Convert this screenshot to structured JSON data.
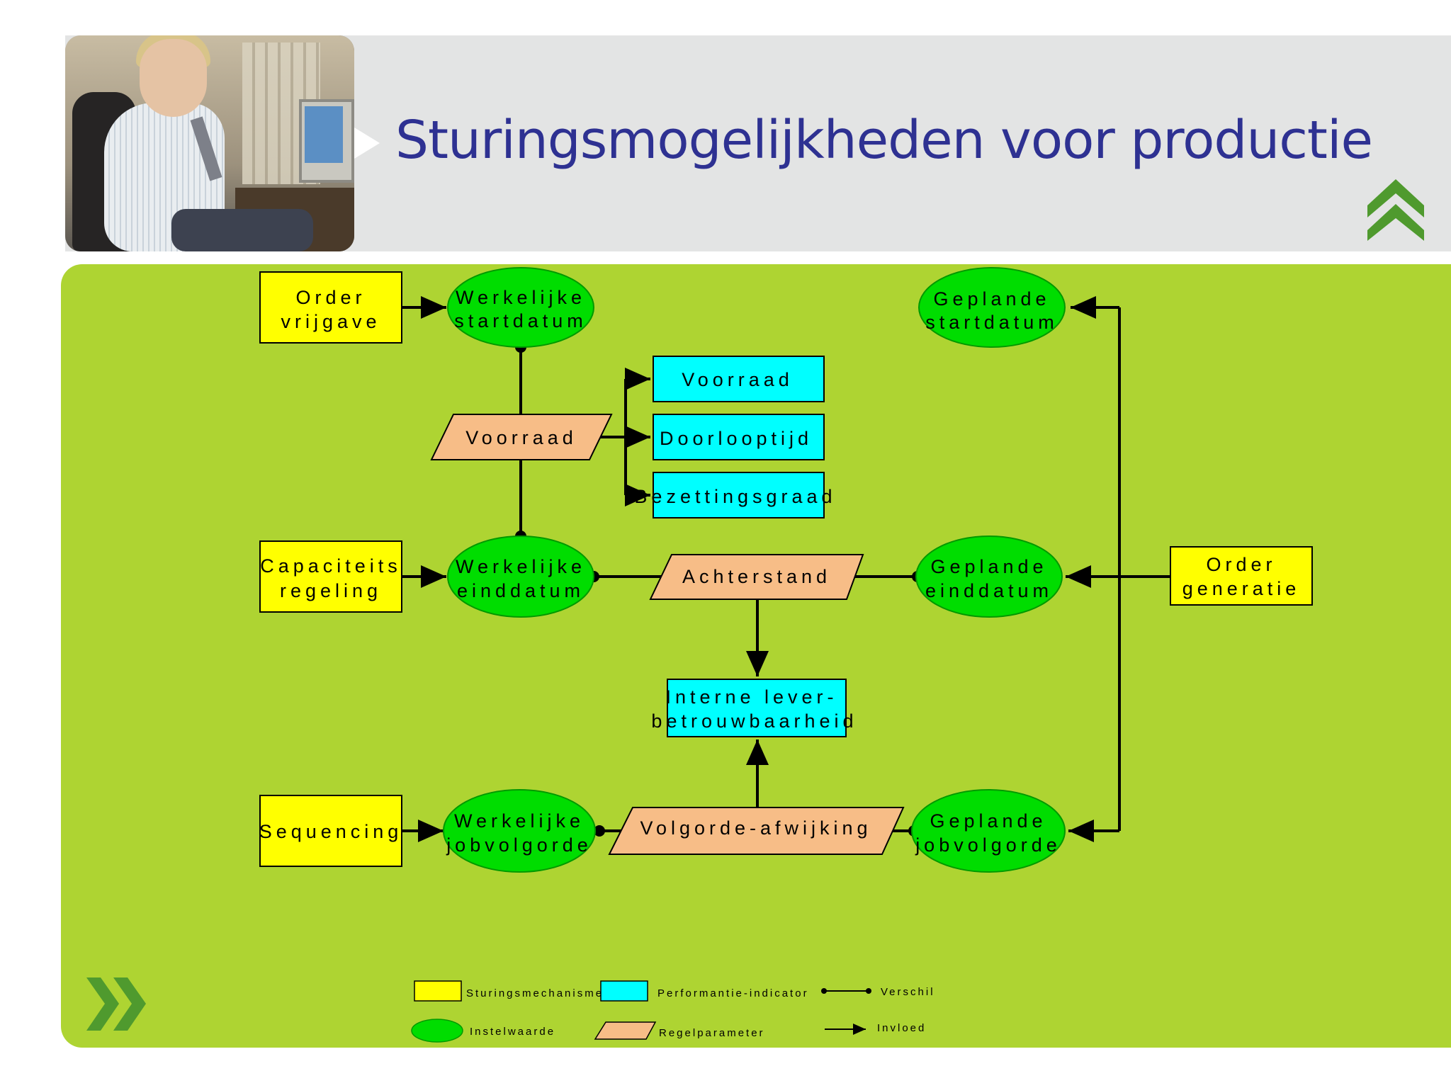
{
  "slide": {
    "title": "Sturingsmogelijkheden voor productie"
  },
  "diagram": {
    "nodes": {
      "order_vrijgave": [
        "Order",
        "vrijgave"
      ],
      "werkelijke_startdatum": [
        "Werkelijke",
        "startdatum"
      ],
      "geplande_startdatum": [
        "Geplande",
        "startdatum"
      ],
      "voorraad_param": [
        "Voorraad"
      ],
      "kpi_voorraad": [
        "Voorraad"
      ],
      "kpi_doorlooptijd": [
        "Doorlooptijd"
      ],
      "kpi_bezettingsgraad": [
        "Bezettingsgraad"
      ],
      "capaciteits_regeling": [
        "Capaciteits",
        "regeling"
      ],
      "werkelijke_einddatum": [
        "Werkelijke",
        "einddatum"
      ],
      "achterstand": [
        "Achterstand"
      ],
      "geplande_einddatum": [
        "Geplande",
        "einddatum"
      ],
      "order_generatie": [
        "Order",
        "generatie"
      ],
      "interne_leverbetrouwbaarheid": [
        "Interne lever-",
        "betrouwbaarheid"
      ],
      "sequencing": [
        "Sequencing"
      ],
      "werkelijke_jobvolgorde": [
        "Werkelijke",
        "jobvolgorde"
      ],
      "volgorde_afwijking": [
        "Volgorde-afwijking"
      ],
      "geplande_jobvolgorde": [
        "Geplande",
        "jobvolgorde"
      ]
    },
    "legend": {
      "sturingsmechanisme": "Sturingsmechanisme",
      "performantie_indicator": "Performantie-indicator",
      "verschil": "Verschil",
      "instelwaarde": "Instelwaarde",
      "regelparameter": "Regelparameter",
      "invloed": "Invloed"
    },
    "colors": {
      "sturingsmechanisme": "#ffff00",
      "performantie_indicator": "#00ffff",
      "instelwaarde": "#00dd00",
      "regelparameter": "#f7bd87",
      "panel": "#aed432",
      "title": "#2e3192"
    }
  }
}
